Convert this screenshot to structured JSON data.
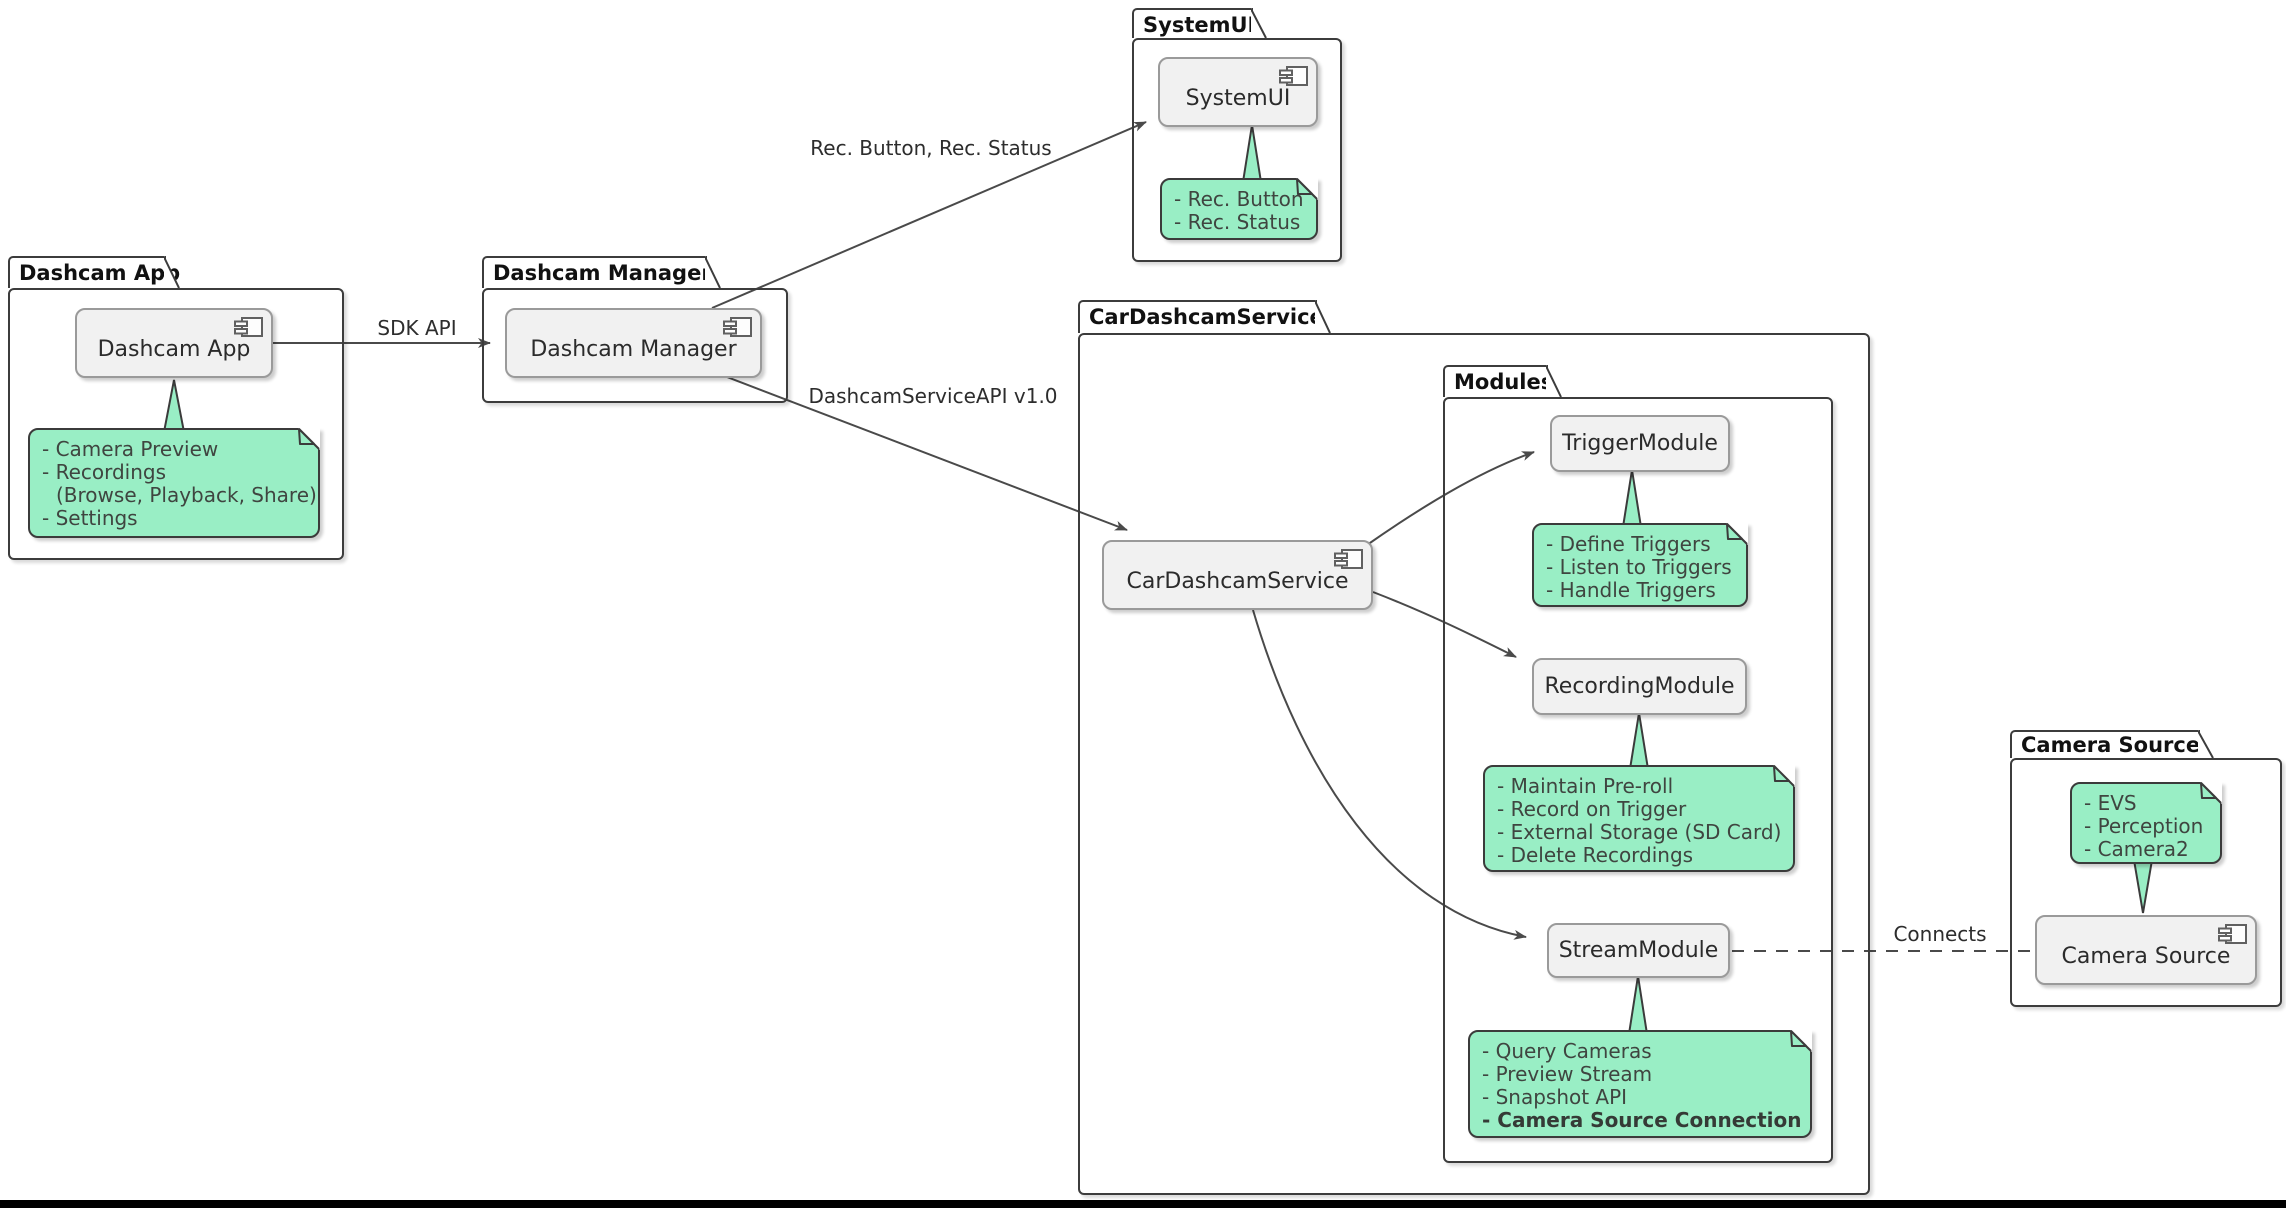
{
  "packages": {
    "dashcam_app": {
      "title": "Dashcam App"
    },
    "dashcam_manager": {
      "title": "Dashcam Manager"
    },
    "systemui": {
      "title": "SystemUI"
    },
    "car_dashcam_service": {
      "title": "CarDashcamService"
    },
    "modules": {
      "title": "Modules"
    },
    "camera_source": {
      "title": "Camera Source"
    }
  },
  "components": {
    "dashcam_app": "Dashcam App",
    "dashcam_manager": "Dashcam Manager",
    "systemui": "SystemUI",
    "car_dashcam_service": "CarDashcamService",
    "trigger_module": "TriggerModule",
    "recording_module": "RecordingModule",
    "stream_module": "StreamModule",
    "camera_source": "Camera Source"
  },
  "notes": {
    "dashcam_app": {
      "lines": [
        "- Camera Preview",
        "- Recordings",
        "(Browse, Playback, Share)",
        "- Settings"
      ]
    },
    "systemui": {
      "lines": [
        "- Rec. Button",
        "- Rec. Status"
      ]
    },
    "trigger": {
      "lines": [
        "- Define Triggers",
        "- Listen to Triggers",
        "- Handle Triggers"
      ]
    },
    "recording": {
      "lines": [
        "- Maintain Pre-roll",
        "- Record on Trigger",
        "- External Storage (SD Card)",
        "- Delete Recordings"
      ]
    },
    "stream": {
      "lines": [
        "- Query Cameras",
        "- Preview Stream",
        "- Snapshot API",
        "- Camera Source Connection"
      ]
    },
    "camera": {
      "lines": [
        "- EVS",
        "- Perception",
        "- Camera2"
      ]
    }
  },
  "edges": {
    "sdk_api": {
      "label": "SDK API"
    },
    "manager_systemui": {
      "label": "Rec. Button, Rec. Status"
    },
    "manager_service": {
      "label": "DashcamServiceAPI v1.0"
    },
    "stream_camera": {
      "label": "Connects"
    }
  },
  "colors": {
    "note_fill": "#99EEC5",
    "note_border": "#3B3B3B",
    "component_fill": "#F1F1F1",
    "component_border": "#9A9A9A",
    "package_border": "#3C3C3C",
    "line": "#4A4A4A",
    "background": "#FFFFFF",
    "bottom_bar": "#000000"
  }
}
